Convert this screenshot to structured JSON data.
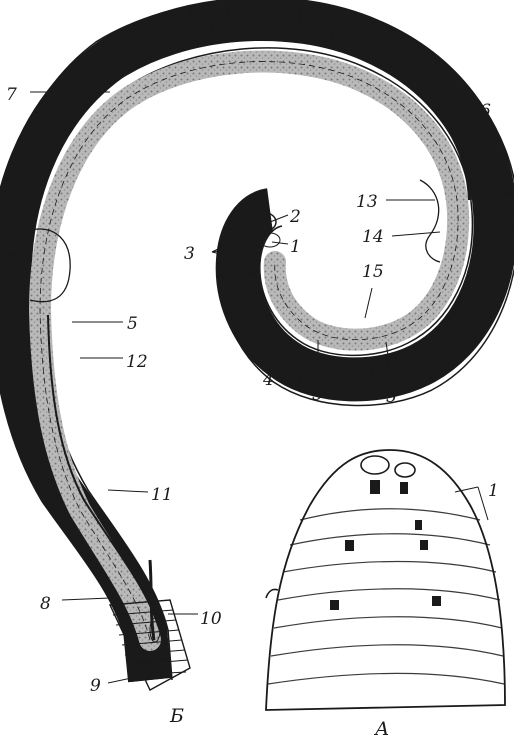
{
  "figure": {
    "panel_labels": {
      "a": "А",
      "b": "Б"
    },
    "labels": {
      "l1_head": "1",
      "l1_panel_a": "1",
      "l2": "2",
      "l3_top": "3",
      "l3_head": "3",
      "l4": "4",
      "l5_left": "5",
      "l5_mid": "5",
      "l5_right": "5",
      "l6": "6",
      "l7": "7",
      "l8": "8",
      "l9": "9",
      "l10": "10",
      "l11": "11",
      "l12": "12",
      "l13": "13",
      "l14": "14",
      "l15": "15"
    },
    "colors": {
      "ink": "#1a1a1a",
      "shade": "#8c8c8c",
      "paper": "#ffffff"
    }
  }
}
